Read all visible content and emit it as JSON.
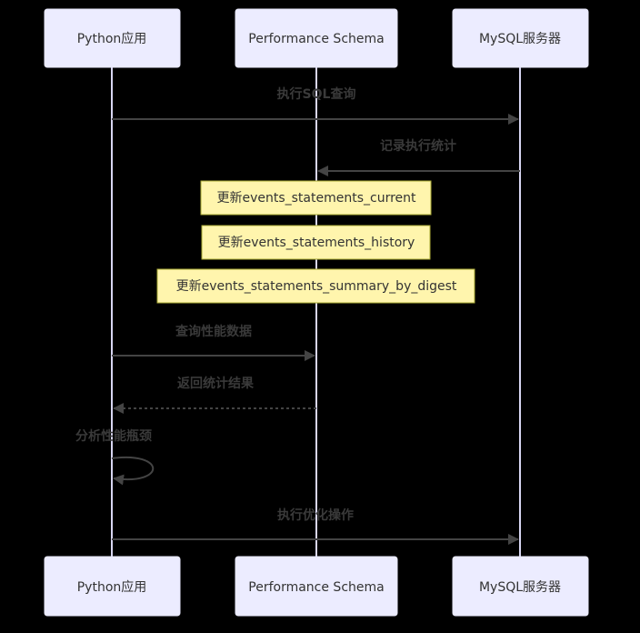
{
  "actors": [
    {
      "label": "Python应用"
    },
    {
      "label": "Performance Schema"
    },
    {
      "label": "MySQL服务器"
    }
  ],
  "messages": [
    {
      "text": "执行SQL查询",
      "from": "Python应用",
      "to": "MySQL服务器",
      "style": "solid"
    },
    {
      "text": "记录执行统计",
      "from": "MySQL服务器",
      "to": "Performance Schema",
      "style": "solid"
    },
    {
      "text": "查询性能数据",
      "from": "Python应用",
      "to": "Performance Schema",
      "style": "solid"
    },
    {
      "text": "返回统计结果",
      "from": "Performance Schema",
      "to": "Python应用",
      "style": "dashed"
    },
    {
      "text": "分析性能瓶颈",
      "from": "Python应用",
      "to": "Python应用",
      "style": "solid"
    },
    {
      "text": "执行优化操作",
      "from": "Python应用",
      "to": "MySQL服务器",
      "style": "solid"
    }
  ],
  "notes": [
    {
      "text": "更新events_statements_current"
    },
    {
      "text": "更新events_statements_history"
    },
    {
      "text": "更新events_statements_summary_by_digest"
    }
  ],
  "colors": {
    "background": "#000000",
    "actor_fill": "#ECECFF",
    "note_fill": "#FFF5AD",
    "line": "#444444"
  }
}
